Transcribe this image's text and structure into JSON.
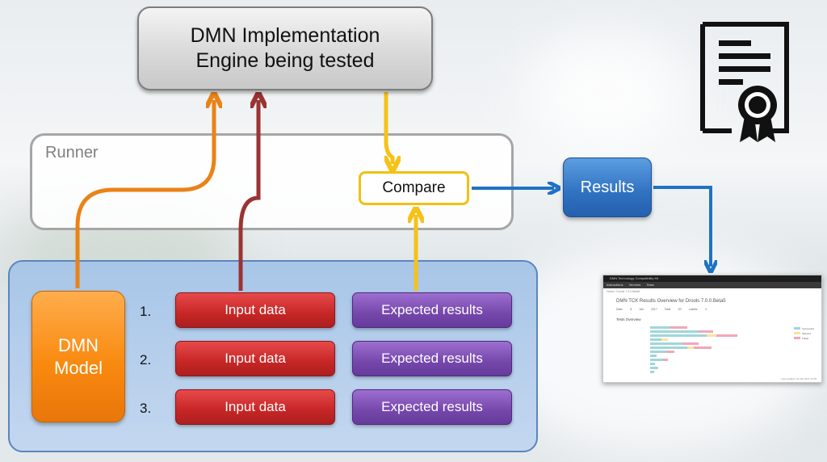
{
  "engine": {
    "line1": "DMN Implementation",
    "line2": "Engine being tested"
  },
  "runner": {
    "label": "Runner"
  },
  "compare": {
    "label": "Compare"
  },
  "results": {
    "label": "Results"
  },
  "model": {
    "line1": "DMN",
    "line2": "Model"
  },
  "test_cases": [
    {
      "number": "1.",
      "input": "Input data",
      "expected": "Expected results"
    },
    {
      "number": "2.",
      "input": "Input data",
      "expected": "Expected results"
    },
    {
      "number": "3.",
      "input": "Input data",
      "expected": "Expected results"
    }
  ],
  "icons": {
    "certificate": "certificate-icon"
  },
  "colors": {
    "model_arrow": "#e98317",
    "input_arrow": "#9b3333",
    "compare_arrow": "#f5c217",
    "results_arrow": "#1f72c4"
  },
  "report": {
    "header": "DMN Technology Compatibility Kit",
    "nav": [
      "Instructions",
      "Vendors",
      "Tests"
    ],
    "breadcrumb": "Home / Drools 7.0.0.Beta5",
    "title": "DMN TCK Results Overview for Drools 7.0.0.Beta5",
    "meta": [
      "Date: 8 Jan 2017",
      "Total: 52",
      "Labels: 4"
    ],
    "overview_heading": "Tests Overview",
    "legend": [
      "Succeeded",
      "Skipped",
      "Failed"
    ],
    "footer": "Last updated: 10 Jan 2017 13:39"
  }
}
